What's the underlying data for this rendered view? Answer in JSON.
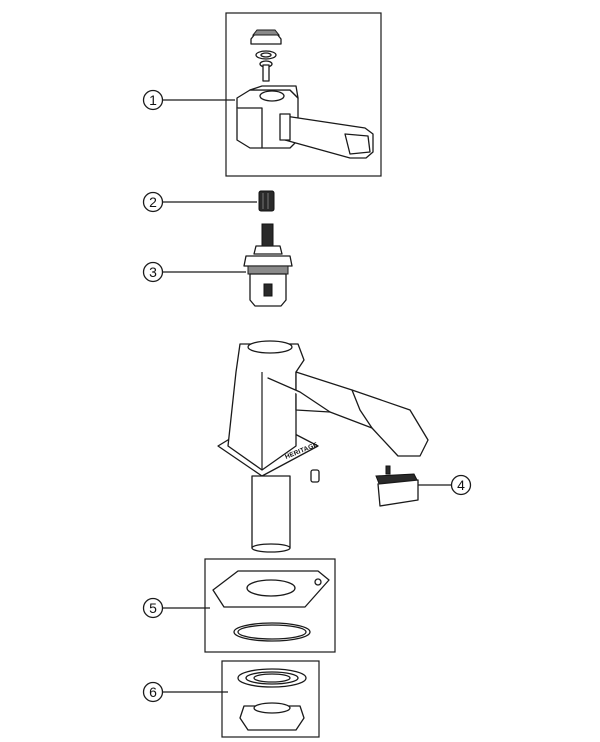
{
  "callouts": [
    {
      "label": "1"
    },
    {
      "label": "2"
    },
    {
      "label": "3"
    },
    {
      "label": "4"
    },
    {
      "label": "5"
    },
    {
      "label": "6"
    }
  ],
  "spout_brand": "HERITAGE"
}
